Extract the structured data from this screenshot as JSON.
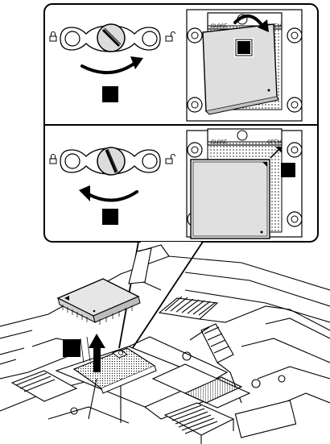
{
  "figure": {
    "kind": "CPU removal procedure illustration",
    "step_markers": [
      {
        "id": "1",
        "shape": "black-square"
      },
      {
        "id": "2",
        "shape": "black-square"
      },
      {
        "id": "3",
        "shape": "black-square"
      },
      {
        "id": "4",
        "shape": "black-square"
      },
      {
        "id": "5",
        "shape": "black-square"
      }
    ],
    "socket_labels": {
      "top_panel": [
        "CLOSE",
        "OPEN"
      ],
      "bottom_panel": [
        "CLOSE",
        "OPEN"
      ]
    },
    "icons": [
      "lock-closed-icon",
      "lock-open-icon",
      "curved-arrow-icon",
      "up-arrow-icon",
      "diagonal-arrow-icon"
    ],
    "colors": {
      "line": "#000000",
      "fill": "#ffffff",
      "panel_fill": "#f2f2f2",
      "chip_fill": "#e0e0e0"
    }
  }
}
